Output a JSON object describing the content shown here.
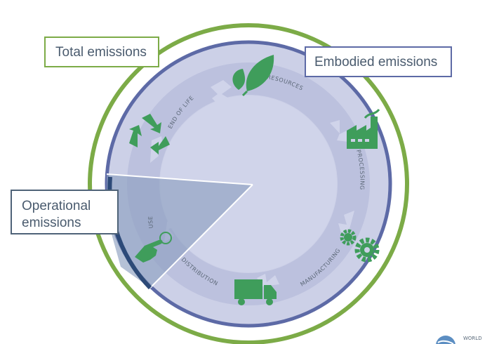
{
  "labels": {
    "total_emissions": "Total emissions",
    "embodied_emissions": "Embodied emissions",
    "operational_line1": "Operational",
    "operational_line2": "emissions"
  },
  "stages": {
    "resources": "RESOURCES",
    "processing": "PROCESSING",
    "manufacturing": "MANUFACTURING",
    "distribution": "DISTRIBUTION",
    "use": "USE",
    "end_of_life": "END OF LIFE"
  },
  "logo": {
    "text": "WORLD"
  },
  "colors": {
    "green": "#7cab47",
    "icon_green": "#3f9d5b",
    "navy": "#5d6aa6",
    "fill": "#ccd0e7",
    "band": "#bfc3df",
    "wedge": "#8da0c0"
  },
  "icons": [
    "leaves-icon",
    "factory-icon",
    "gears-icon",
    "truck-icon",
    "hand-pointing-icon",
    "recycle-icon",
    "globe-logo-icon"
  ]
}
